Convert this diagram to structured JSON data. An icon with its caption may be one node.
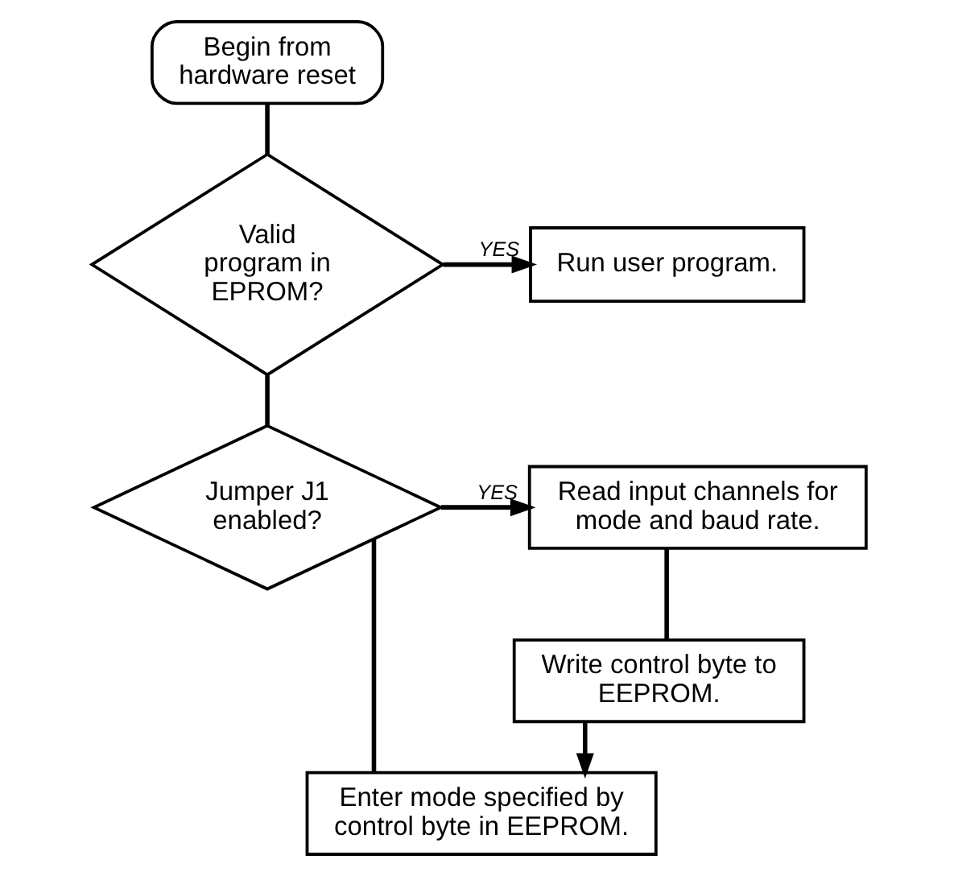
{
  "diagram": {
    "nodes": [
      {
        "text": [
          "Begin from hardware reset"
        ]
      },
      {
        "text": [
          "Valid program in EPROM?"
        ]
      },
      {
        "text": [
          "Run user program."
        ]
      },
      {
        "text": [
          "Jumper J1 enabled?"
        ]
      },
      {
        "text": [
          "Read input channels for mode and baud rate."
        ]
      },
      {
        "text": [
          "Write control byte to EEPROM."
        ]
      },
      {
        "text": [
          "Enter mode specified by control byte in EEPROM."
        ]
      }
    ],
    "edges": [
      {
        "from": 0,
        "to": 1,
        "arrow": "none"
      },
      {
        "from": 1,
        "to": 2,
        "arrow": "to",
        "label": "YES"
      },
      {
        "from": 1,
        "to": 3,
        "arrow": "none"
      },
      {
        "from": 3,
        "to": 4,
        "arrow": "to",
        "label": "YES"
      },
      {
        "from": 4,
        "to": 5,
        "arrow": "none"
      },
      {
        "from": 5,
        "to": 6,
        "arrow": "to"
      },
      {
        "from": 3,
        "to": 6,
        "arrow": "none"
      }
    ]
  }
}
